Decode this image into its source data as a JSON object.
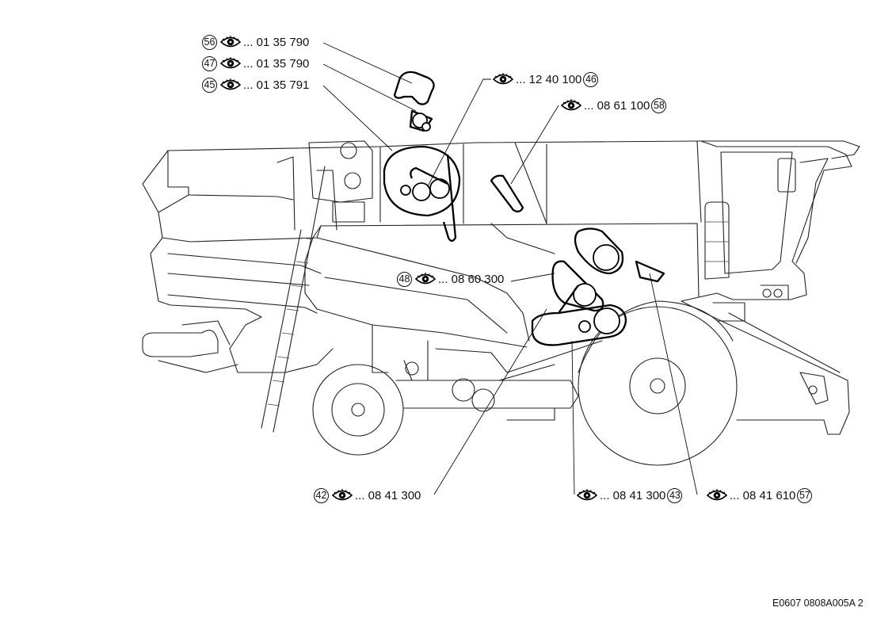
{
  "drawing_reference": "E0607 0808A005A 2",
  "callouts": [
    {
      "id": "c56",
      "number": "56",
      "code": "... 01 35 790"
    },
    {
      "id": "c47",
      "number": "47",
      "code": "... 01 35 790"
    },
    {
      "id": "c45",
      "number": "45",
      "code": "... 01 35 791"
    },
    {
      "id": "c46",
      "number": "46",
      "code": "... 12 40 100"
    },
    {
      "id": "c58",
      "number": "58",
      "code": "... 08 61 100"
    },
    {
      "id": "c48",
      "number": "48",
      "code": "... 08 60 300"
    },
    {
      "id": "c42",
      "number": "42",
      "code": "... 08 41 300"
    },
    {
      "id": "c43",
      "number": "43",
      "code": "... 08 41 300"
    },
    {
      "id": "c57",
      "number": "57",
      "code": "... 08 41 610"
    }
  ],
  "icons": {
    "callout_symbol": "eye-icon"
  }
}
